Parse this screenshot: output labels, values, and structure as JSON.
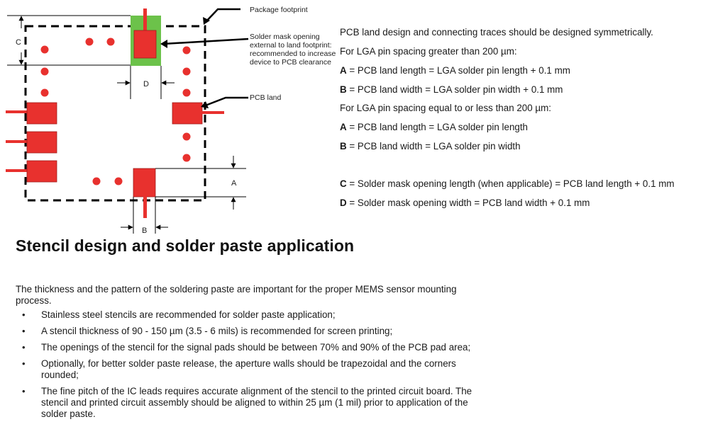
{
  "diagram": {
    "callouts": {
      "package_footprint": "Package footprint",
      "solder_mask_opening": "Solder mask opening external to land footprint: recommended to increase device to PCB clearance",
      "pcb_land": "PCB land"
    },
    "dimension_labels": {
      "a": "A",
      "b": "B",
      "c": "C",
      "d": "D"
    },
    "colors": {
      "pad": "#e8312e",
      "solder_mask": "#6cc24a",
      "outline": "#000000"
    }
  },
  "rules": {
    "symmetry": "PCB land design and connecting traces should be designed symmetrically.",
    "over_200_heading": "For LGA pin spacing greater than 200 µm:",
    "over_200_a": {
      "key": "A",
      "text": " = PCB land length = LGA solder pin length + 0.1 mm"
    },
    "over_200_b": {
      "key": "B",
      "text": " = PCB land width = LGA solder pin width + 0.1 mm"
    },
    "under_200_heading": "For LGA pin spacing equal to or less than 200 µm:",
    "under_200_a": {
      "key": "A",
      "text": " = PCB land length = LGA solder pin length"
    },
    "under_200_b": {
      "key": "B",
      "text": " = PCB land width = LGA solder pin width"
    },
    "mask_c": {
      "key": "C",
      "text": " = Solder mask opening length (when applicable) = PCB land length + 0.1 mm"
    },
    "mask_d": {
      "key": "D",
      "text": " = Solder mask opening width = PCB land width + 0.1 mm"
    }
  },
  "section": {
    "title": "Stencil design and solder paste application",
    "intro": "The thickness and the pattern of the soldering paste are important for the proper MEMS sensor mounting process.",
    "bullet_glyph": "•",
    "bullets": [
      "Stainless steel stencils are recommended for solder paste application;",
      "A stencil thickness of 90 - 150 µm (3.5 - 6 mils) is recommended for screen printing;",
      "The openings of the stencil for the signal pads should be between 70% and 90% of the PCB pad area;",
      "Optionally, for better solder paste release, the aperture walls should be trapezoidal and the corners rounded;",
      "The fine pitch of the IC leads requires accurate alignment of the stencil to the printed circuit board. The stencil and printed circuit assembly should be aligned to within 25 µm (1 mil) prior to application of the solder paste."
    ]
  }
}
